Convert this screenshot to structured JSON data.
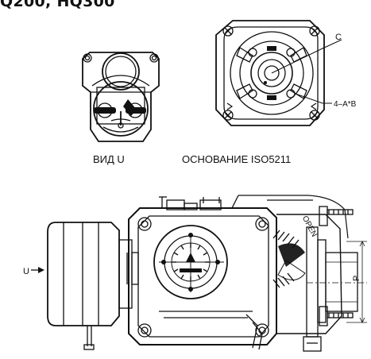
{
  "title": "Q200, HQ300",
  "views": {
    "view_u_caption": "ВИД U",
    "base_caption": "ОСНОВАНИЕ ISO5211"
  },
  "labels": {
    "c": "C",
    "hole_spec": "4–A*B",
    "arrow_u": "U",
    "dim_p": "P",
    "open": "OPEN"
  }
}
